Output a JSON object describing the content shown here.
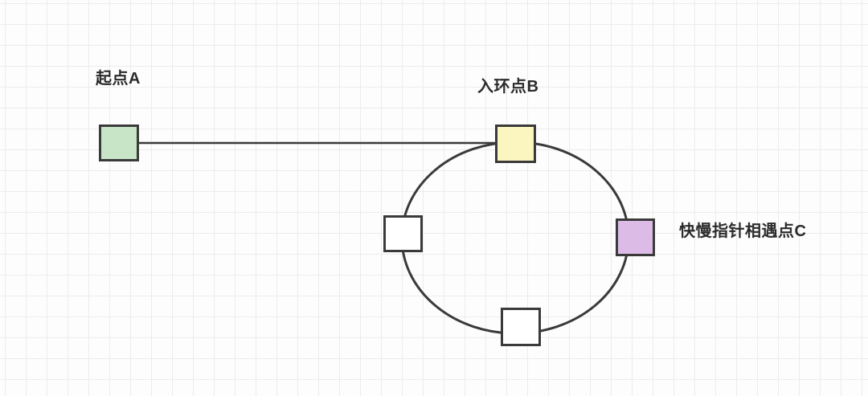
{
  "diagram": {
    "type": "linked-list-cycle-illustration",
    "nodes": [
      {
        "id": "start-a",
        "label": "起点A",
        "fill": "#c8e5c8"
      },
      {
        "id": "cycle-entry-b",
        "label": "入环点B",
        "fill": "#fbf5c0"
      },
      {
        "id": "cycle-left",
        "label": "",
        "fill": "#ffffff"
      },
      {
        "id": "meeting-c",
        "label": "快慢指针相遇点C",
        "fill": "#dcbce6"
      },
      {
        "id": "cycle-bottom",
        "label": "",
        "fill": "#ffffff"
      }
    ],
    "colors": {
      "stroke": "#3a3a3a",
      "text": "#2b2b2b",
      "grid": "#ececec",
      "background": "#fdfdfd",
      "start_fill": "#c8e5c8",
      "cycle_entry_fill": "#fbf5c0",
      "meeting_fill": "#dcbce6",
      "plain_node_fill": "#ffffff"
    }
  }
}
